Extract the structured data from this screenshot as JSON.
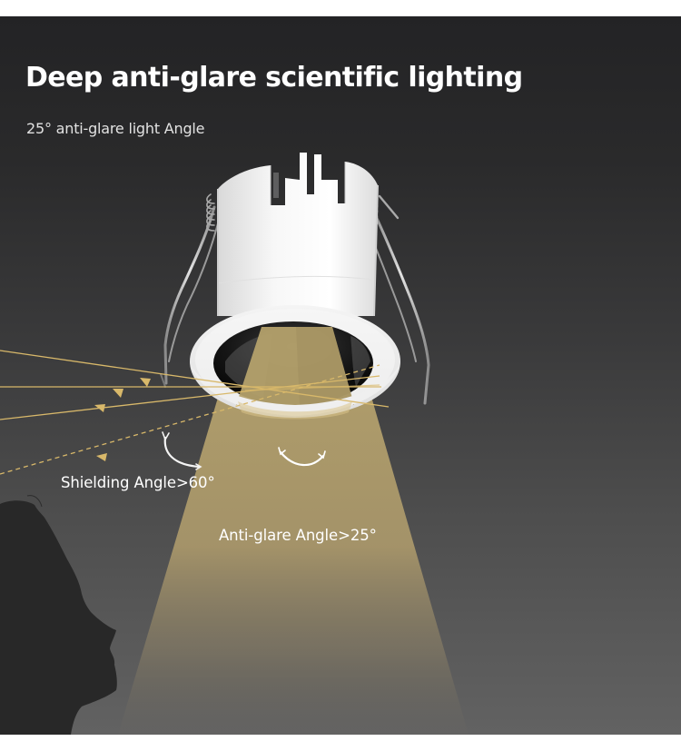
{
  "page": {
    "title": "Deep anti-glare scientific lighting",
    "subtitle": "25° anti-glare light Angle"
  },
  "illustration": {
    "subject": "recessed downlight with anti-glare reflector",
    "icons": [
      "downlight-fixture-icon",
      "light-beam-icon",
      "glare-ray-icon",
      "angle-arc-icon",
      "head-silhouette-icon"
    ],
    "labels": {
      "shielding_angle": "Shielding Angle>60°",
      "anti_glare_angle": "Anti-glare Angle>25°"
    }
  },
  "colors": {
    "background_top": "#232325",
    "background_bottom": "#626262",
    "beam": "#b09e6a",
    "ray": "#d8b86a",
    "fixture": "#f2f2f2",
    "silhouette": "#282828",
    "text": "#ffffff"
  }
}
